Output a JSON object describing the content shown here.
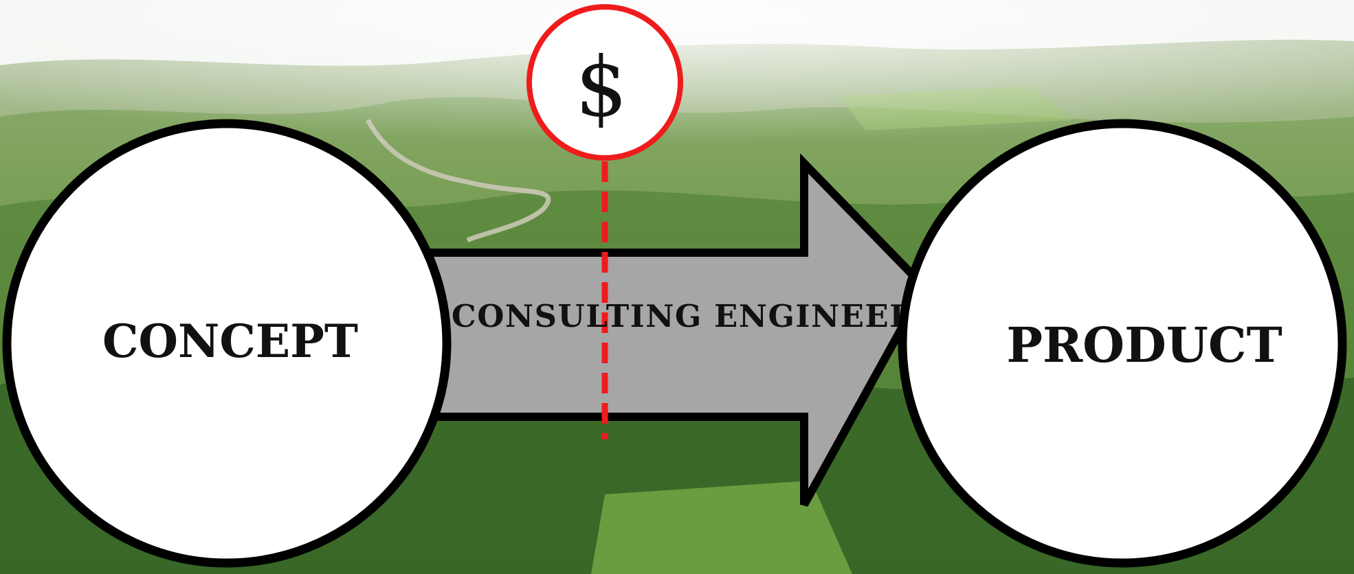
{
  "diagram": {
    "start_node": {
      "label": "CONCEPT"
    },
    "connector": {
      "label": "CONSULTING ENGINEER"
    },
    "end_node": {
      "label": "PRODUCT"
    },
    "marker": {
      "symbol": "$"
    }
  },
  "colors": {
    "node_fill": "#ffffff",
    "node_stroke": "#000000",
    "arrow_fill": "#a6a6a6",
    "arrow_stroke": "#000000",
    "marker_stroke": "#ee1c1c",
    "dashed_line": "#ee1c1c",
    "text": "#111111"
  },
  "background": {
    "description_icon": "landscape-photo"
  }
}
